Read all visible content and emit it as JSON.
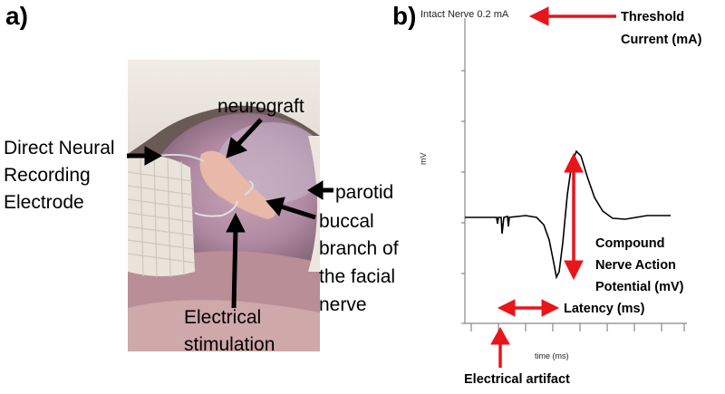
{
  "panel_a": {
    "letter": "a)",
    "labels": {
      "neurograft": "neurograft",
      "recording_l1": "Direct Neural",
      "recording_l2": "Recording",
      "recording_l3": "Electrode",
      "parotid": "parotid",
      "buccal_l1": "buccal",
      "buccal_l2": "branch of",
      "buccal_l3": "the facial",
      "buccal_l4": "nerve",
      "stim_l1": "Electrical",
      "stim_l2": "stimulation"
    }
  },
  "panel_b": {
    "letter": "b)",
    "trace_title": "Intact Nerve 0.2 mA",
    "y_unit": "mV",
    "x_label": "time (ms)",
    "annotations": {
      "threshold_l1": "Threshold",
      "threshold_l2": "Current (mA)",
      "cnap_l1": "Compound",
      "cnap_l2": "Nerve Action",
      "cnap_l3": "Potential (mV)",
      "latency": "Latency (ms)",
      "artifact": "Electrical artifact"
    },
    "colors": {
      "arrow": "#e8151b",
      "trace": "#000000"
    }
  }
}
